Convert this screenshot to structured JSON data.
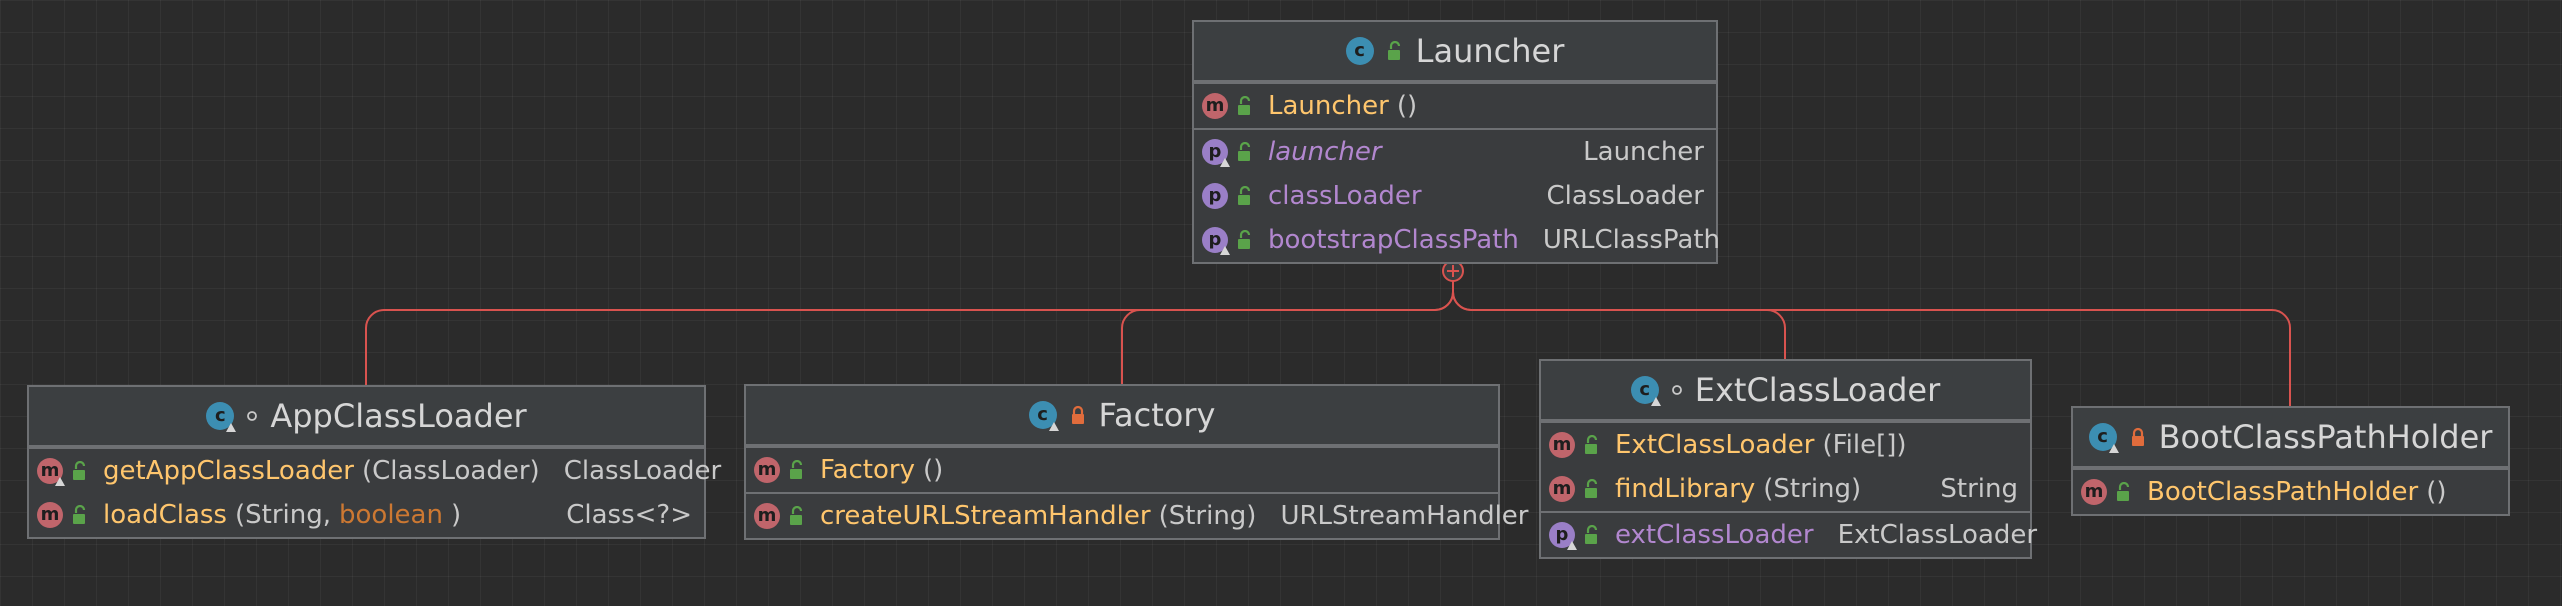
{
  "diagram": {
    "colors": {
      "background": "#2b2b2b",
      "box_fill": "#3a3c3e",
      "box_border": "#6e7073",
      "connector": "#d9534f",
      "method_name": "#ffc66d",
      "field_name": "#b287cf",
      "type_text": "#c9c9c9",
      "keyword": "#cc7832",
      "class_badge": "#3c8eb2",
      "method_badge": "#c0656b",
      "property_badge": "#9a7fc7",
      "public_icon": "#5aa34a",
      "private_icon": "#e06c3c"
    },
    "classes": {
      "launcher": {
        "title": "Launcher",
        "badge_letter": "c",
        "visibility_icon": "public-icon",
        "constructor": {
          "badge": "m",
          "name": "Launcher",
          "params": "()"
        },
        "fields": [
          {
            "badge": "p",
            "name": "launcher",
            "type": "Launcher"
          },
          {
            "badge": "p",
            "name": "classLoader",
            "type": "ClassLoader"
          },
          {
            "badge": "p",
            "name": "bootstrapClassPath",
            "type": "URLClassPath"
          }
        ]
      },
      "app_class_loader": {
        "title": "AppClassLoader",
        "badge_letter": "c",
        "visibility_icon": "package-private-icon",
        "methods": [
          {
            "badge": "m",
            "name": "getAppClassLoader",
            "params": "(ClassLoader)",
            "type": "ClassLoader"
          },
          {
            "badge": "m",
            "name": "loadClass",
            "params_open": "(String, ",
            "keyword": "boolean",
            "params_close": ")",
            "type": "Class<?>"
          }
        ]
      },
      "factory": {
        "title": "Factory",
        "badge_letter": "c",
        "visibility_icon": "private-lock-icon",
        "methods": [
          {
            "badge": "m",
            "name": "Factory",
            "params": "()"
          },
          {
            "badge": "m",
            "name": "createURLStreamHandler",
            "params": "(String)",
            "type": "URLStreamHandler"
          }
        ]
      },
      "ext_class_loader": {
        "title": "ExtClassLoader",
        "badge_letter": "c",
        "visibility_icon": "package-private-icon",
        "methods": [
          {
            "badge": "m",
            "name": "ExtClassLoader",
            "params": "(File[])"
          },
          {
            "badge": "m",
            "name": "findLibrary",
            "params": "(String)",
            "type": "String"
          }
        ],
        "fields": [
          {
            "badge": "p",
            "name": "extClassLoader",
            "type": "ExtClassLoader"
          }
        ]
      },
      "boot_class_path_holder": {
        "title": "BootClassPathHolder",
        "badge_letter": "c",
        "visibility_icon": "private-lock-icon",
        "methods": [
          {
            "badge": "m",
            "name": "BootClassPathHolder",
            "params": "()"
          }
        ]
      }
    }
  }
}
